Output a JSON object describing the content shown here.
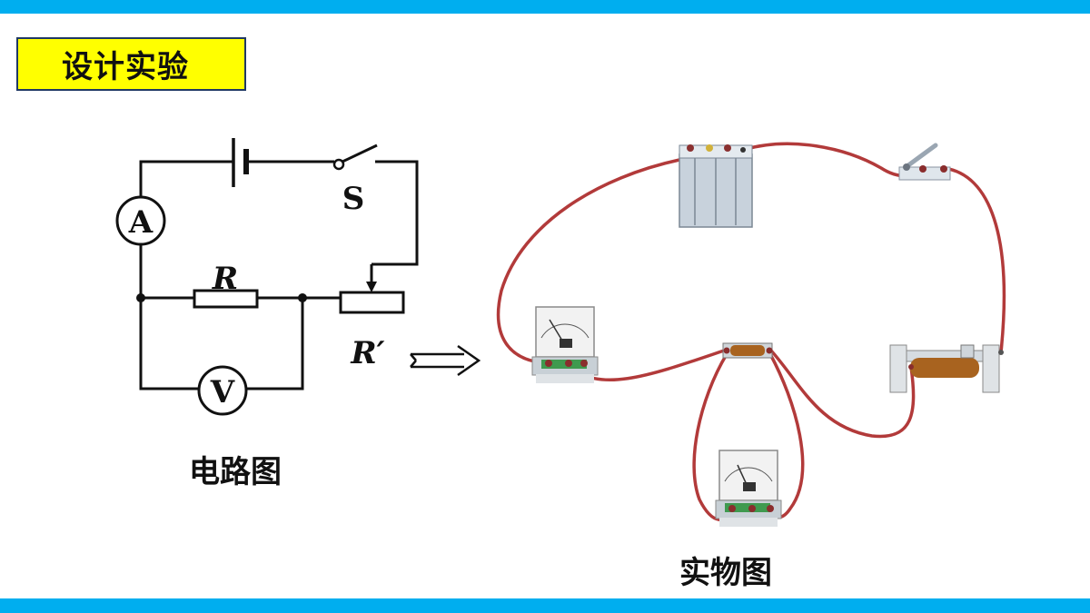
{
  "title": "设计实验",
  "colors": {
    "bar": "#00aeef",
    "title_fill": "#ffff00",
    "title_border": "#1f3864",
    "wire_real": "#b23a3a",
    "schematic_line": "#111111"
  },
  "circuit_diagram": {
    "caption": "电路图",
    "labels": {
      "ammeter": "A",
      "voltmeter": "V",
      "switch": "S",
      "resistor": "R",
      "rheostat": "R′"
    }
  },
  "physical_diagram": {
    "caption": "实物图",
    "components": [
      "battery-pack",
      "switch",
      "ammeter",
      "resistor",
      "rheostat",
      "voltmeter"
    ]
  },
  "arrow_icon": "double-right-arrow-icon"
}
